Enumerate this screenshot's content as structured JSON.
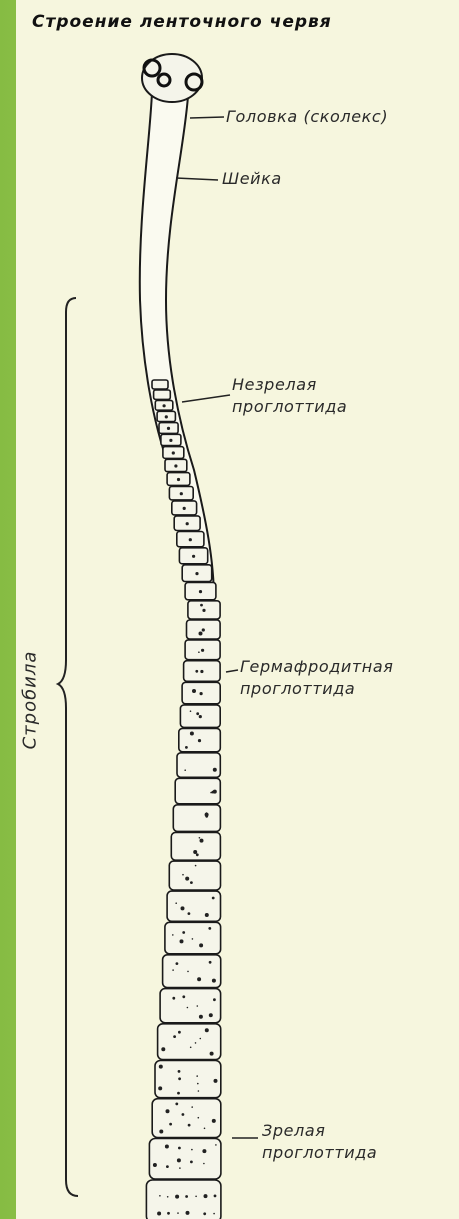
{
  "title": "Строение ленточного червя",
  "labels": {
    "head": "Головка (сколекс)",
    "neck": "Шейка",
    "immature_line1": "Незрелая",
    "immature_line2": "проглоттида",
    "hermaphrodite_line1": "Гермафродитная",
    "hermaphrodite_line2": "проглоттида",
    "mature_line1": "Зрелая",
    "mature_line2": "проглоттида",
    "strobila": "Стробила"
  },
  "colors": {
    "background": "#8fc24a",
    "panel": "#f6f6de",
    "ink": "#1a1a1a"
  }
}
